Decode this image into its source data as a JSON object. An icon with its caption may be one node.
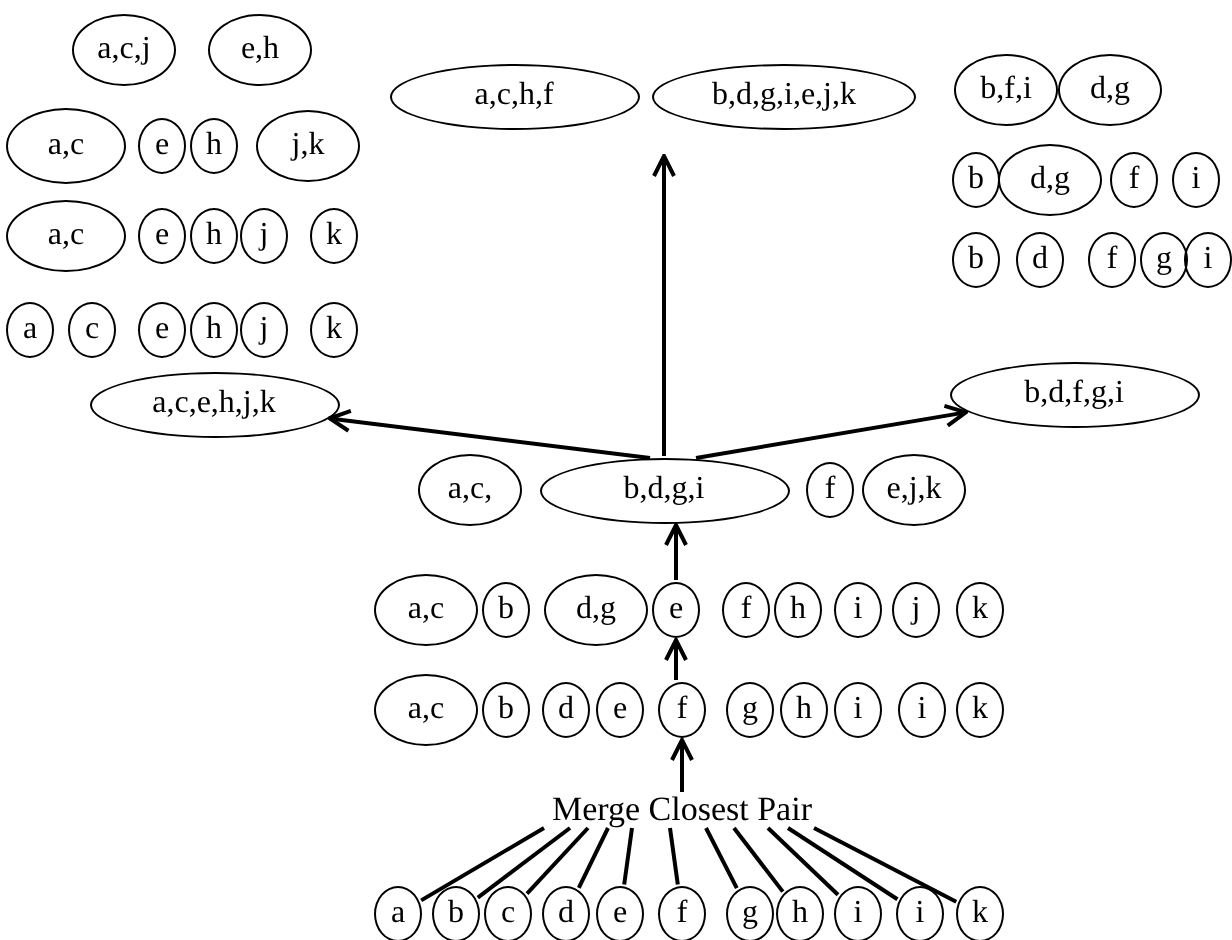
{
  "diagram": {
    "nodes": [
      {
        "text": [
          "a,c,j"
        ]
      },
      {
        "text": [
          "e,h"
        ]
      },
      {
        "text": [
          "a,c,h,f"
        ]
      },
      {
        "text": [
          "b,d,g,i,e,j,k"
        ]
      },
      {
        "text": [
          "b,f,i"
        ]
      },
      {
        "text": [
          "d,g"
        ]
      },
      {
        "text": [
          "a,c"
        ]
      },
      {
        "text": [
          "e"
        ]
      },
      {
        "text": [
          "h"
        ]
      },
      {
        "text": [
          "j,k"
        ]
      },
      {
        "text": [
          "b"
        ]
      },
      {
        "text": [
          "d,g"
        ]
      },
      {
        "text": [
          "f"
        ]
      },
      {
        "text": [
          "i"
        ]
      },
      {
        "text": [
          "a,c"
        ]
      },
      {
        "text": [
          "e"
        ]
      },
      {
        "text": [
          "h"
        ]
      },
      {
        "text": [
          "j"
        ]
      },
      {
        "text": [
          "k"
        ]
      },
      {
        "text": [
          "b"
        ]
      },
      {
        "text": [
          "d"
        ]
      },
      {
        "text": [
          "f"
        ]
      },
      {
        "text": [
          "g"
        ]
      },
      {
        "text": [
          "i"
        ]
      },
      {
        "text": [
          "a"
        ]
      },
      {
        "text": [
          "c"
        ]
      },
      {
        "text": [
          "e"
        ]
      },
      {
        "text": [
          "h"
        ]
      },
      {
        "text": [
          "j"
        ]
      },
      {
        "text": [
          "k"
        ]
      },
      {
        "text": [
          "a,c,e,h,j,k"
        ]
      },
      {
        "text": [
          "b,d,f,g,i"
        ]
      },
      {
        "text": [
          "a,c,"
        ]
      },
      {
        "text": [
          "b,d,g,i"
        ]
      },
      {
        "text": [
          "f"
        ]
      },
      {
        "text": [
          "e,j,k"
        ]
      },
      {
        "text": [
          "a,c"
        ]
      },
      {
        "text": [
          "b"
        ]
      },
      {
        "text": [
          "d,g"
        ]
      },
      {
        "text": [
          "e"
        ]
      },
      {
        "text": [
          "f"
        ]
      },
      {
        "text": [
          "h"
        ]
      },
      {
        "text": [
          "i"
        ]
      },
      {
        "text": [
          "j"
        ]
      },
      {
        "text": [
          "k"
        ]
      },
      {
        "text": [
          "a,c"
        ]
      },
      {
        "text": [
          "b"
        ]
      },
      {
        "text": [
          "d"
        ]
      },
      {
        "text": [
          "e"
        ]
      },
      {
        "text": [
          "f"
        ]
      },
      {
        "text": [
          "g"
        ]
      },
      {
        "text": [
          "h"
        ]
      },
      {
        "text": [
          "i"
        ]
      },
      {
        "text": [
          "i"
        ]
      },
      {
        "text": [
          "k"
        ]
      },
      {
        "text": [
          "Merge Closest Pair"
        ]
      },
      {
        "text": [
          "a"
        ]
      },
      {
        "text": [
          "b"
        ]
      },
      {
        "text": [
          "c"
        ]
      },
      {
        "text": [
          "d"
        ]
      },
      {
        "text": [
          "e"
        ]
      },
      {
        "text": [
          "f"
        ]
      },
      {
        "text": [
          "g"
        ]
      },
      {
        "text": [
          "h"
        ]
      },
      {
        "text": [
          "i"
        ]
      },
      {
        "text": [
          "i"
        ]
      },
      {
        "text": [
          "k"
        ]
      }
    ],
    "edges": [
      {
        "from": 56,
        "to": 55,
        "arrow": "none"
      },
      {
        "from": 57,
        "to": 55,
        "arrow": "none"
      },
      {
        "from": 58,
        "to": 55,
        "arrow": "none"
      },
      {
        "from": 59,
        "to": 55,
        "arrow": "none"
      },
      {
        "from": 60,
        "to": 55,
        "arrow": "none"
      },
      {
        "from": 61,
        "to": 55,
        "arrow": "none"
      },
      {
        "from": 62,
        "to": 55,
        "arrow": "none"
      },
      {
        "from": 63,
        "to": 55,
        "arrow": "none"
      },
      {
        "from": 64,
        "to": 55,
        "arrow": "none"
      },
      {
        "from": 65,
        "to": 55,
        "arrow": "none"
      },
      {
        "from": 66,
        "to": 55,
        "arrow": "none"
      },
      {
        "from": 55,
        "to": 49,
        "arrow": "to"
      },
      {
        "from": 49,
        "to": 39,
        "arrow": "to"
      },
      {
        "from": 39,
        "to": 33,
        "arrow": "to"
      },
      {
        "from": 33,
        "to": 30,
        "arrow": "to"
      },
      {
        "from": 33,
        "to": 3,
        "arrow": "to"
      },
      {
        "from": 33,
        "to": 31,
        "arrow": "to"
      }
    ]
  }
}
